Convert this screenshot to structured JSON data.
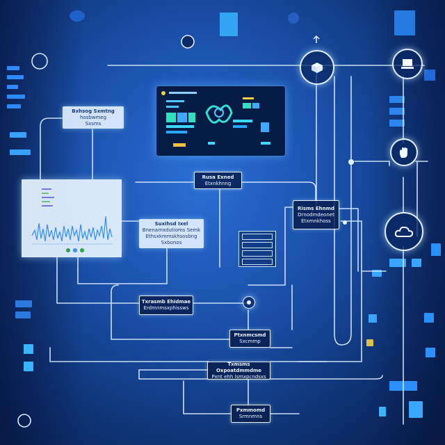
{
  "nodes": {
    "top_left": {
      "line1": "Bxhsog Sxmtng",
      "line2": "hosbwmeg",
      "line3": "Sxsms"
    },
    "mid_top": {
      "line1": "Rusa Exned",
      "line2": "Etxnkhnng"
    },
    "mid_center": {
      "line1": "Suxihsd Ixel",
      "line2": "Bnenamxdutioms Semk",
      "line3": "Ethsxkmmskhsosbng",
      "line4": "Sxbonos"
    },
    "right_mid": {
      "line1": "Risms Ehnmd",
      "line2": "Drnodmdeonet",
      "line3": "Etxmnkhoss"
    },
    "lower_left": {
      "line1": "Txrasmb Ehidmae",
      "line2": "Erdmnmsxphissws"
    },
    "lower_mid": {
      "line1": "Ptxnmcsmd",
      "line2": "Sxcmmp"
    },
    "lower_wide": {
      "line1": "Txmsms Oxpoatdmmdme",
      "line2": "Pxnt ehh lsmxpcndsxs"
    },
    "bottom": {
      "line1": "Pxmmomd",
      "line2": "Srmnmns"
    }
  },
  "icons": {
    "top_hub": "package-icon",
    "top_right": "laptop-icon",
    "right_middle": "hand-icon",
    "right_lower": "cloud-icon",
    "junction": "pin-icon"
  },
  "colors": {
    "background": "#1a4fa8",
    "wire": "#dcecff",
    "accent": "#3fd6ff",
    "chart_line": "#2f8bff"
  }
}
